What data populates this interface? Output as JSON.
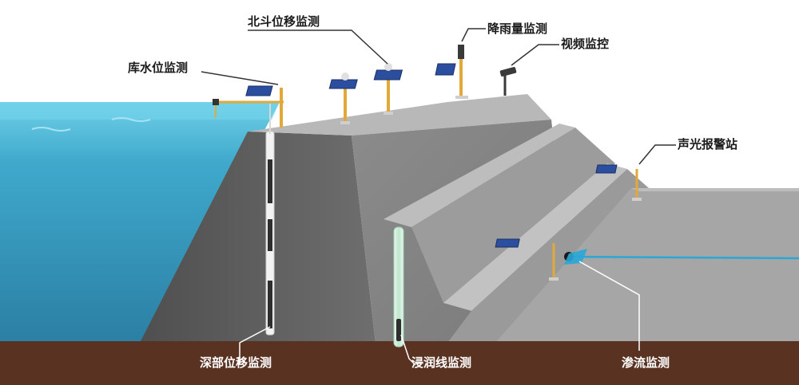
{
  "labels": {
    "beidou": "北斗位移监测",
    "reservoir_level": "库水位监测",
    "rainfall": "降雨量监测",
    "video": "视频监控",
    "alarm_station": "声光报警站",
    "deep_displacement": "深部位移监测",
    "phreatic_line": "浸润线监测",
    "seepage": "渗流监测"
  },
  "colors": {
    "water_surface": "#5cc5df",
    "water_deep": "#2f8fb3",
    "dam_dark": "#5d5d5d",
    "dam_light": "#9a9a9a",
    "ground": "#5a3222",
    "solar_panel": "#2b4f9e",
    "pole": "#e0a93a"
  }
}
